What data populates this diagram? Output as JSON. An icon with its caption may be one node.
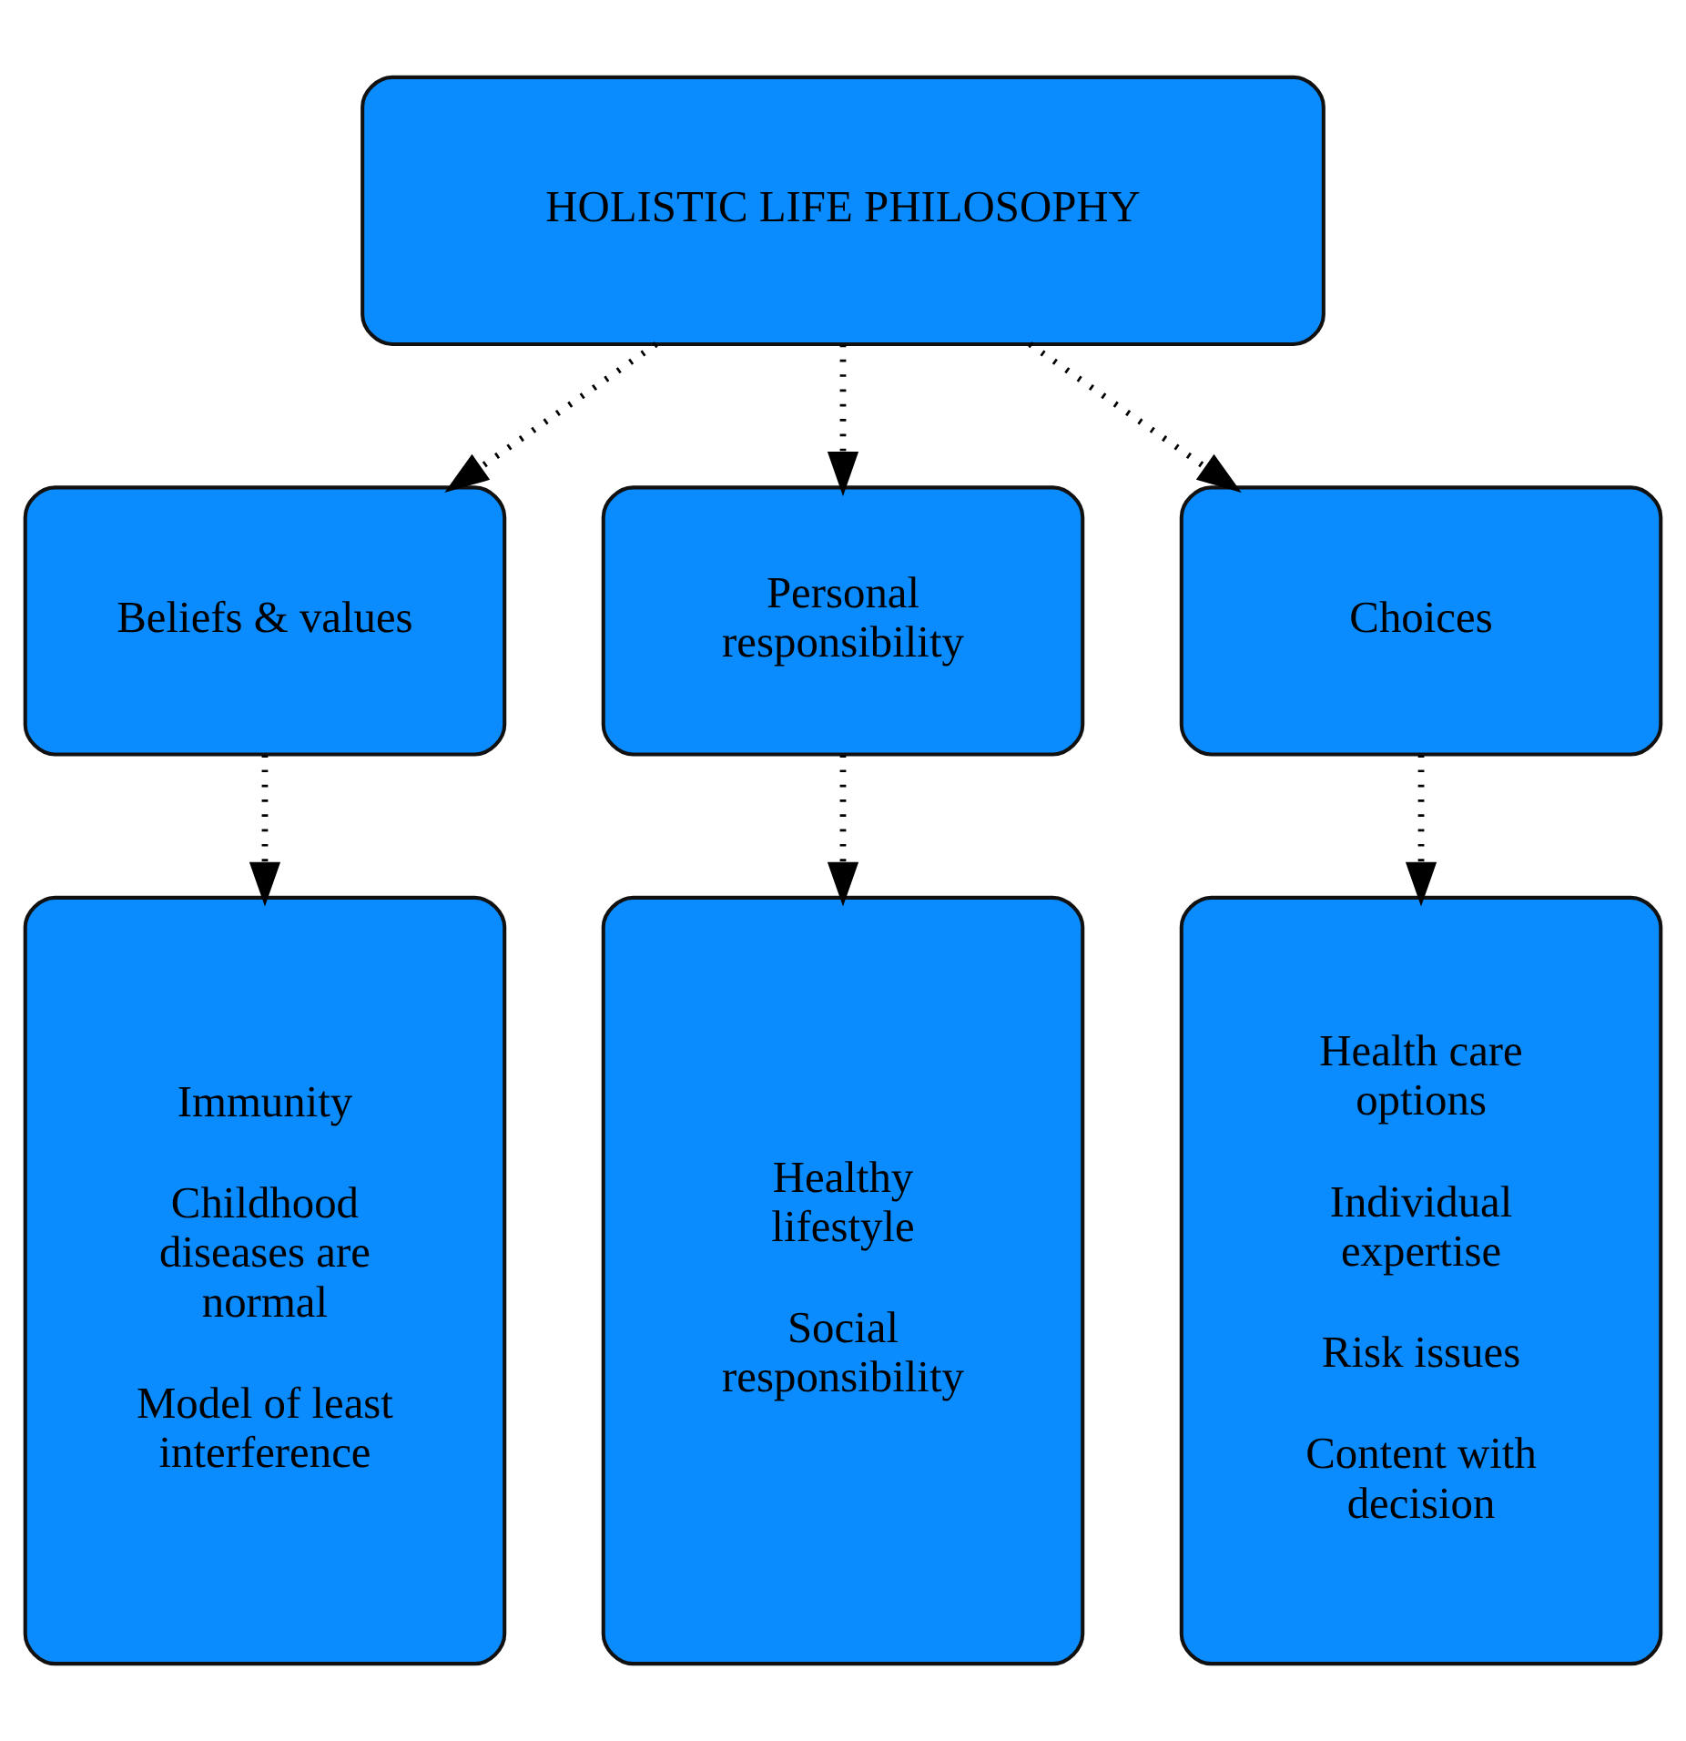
{
  "diagram": {
    "nodes": [
      {
        "text": [
          "HOLISTIC LIFE PHILOSOPHY"
        ]
      },
      {
        "text": [
          "Beliefs & values"
        ]
      },
      {
        "text": [
          "Personal responsibility"
        ]
      },
      {
        "text": [
          "Choices"
        ]
      },
      {
        "text": [
          "Immunity",
          "Childhood diseases are normal",
          "Model of least interference"
        ]
      },
      {
        "text": [
          "Healthy lifestyle",
          "Social responsibility"
        ]
      },
      {
        "text": [
          "Health care options",
          "Individual expertise",
          "Risk issues",
          "Content with decision"
        ]
      }
    ],
    "edges": [
      {
        "from": 0,
        "to": 1,
        "arrow": "to",
        "style": "dashed"
      },
      {
        "from": 0,
        "to": 2,
        "arrow": "to",
        "style": "dashed"
      },
      {
        "from": 0,
        "to": 3,
        "arrow": "to",
        "style": "dashed"
      },
      {
        "from": 1,
        "to": 4,
        "arrow": "to",
        "style": "dashed"
      },
      {
        "from": 2,
        "to": 5,
        "arrow": "to",
        "style": "dashed"
      },
      {
        "from": 3,
        "to": 6,
        "arrow": "to",
        "style": "dashed"
      }
    ]
  }
}
